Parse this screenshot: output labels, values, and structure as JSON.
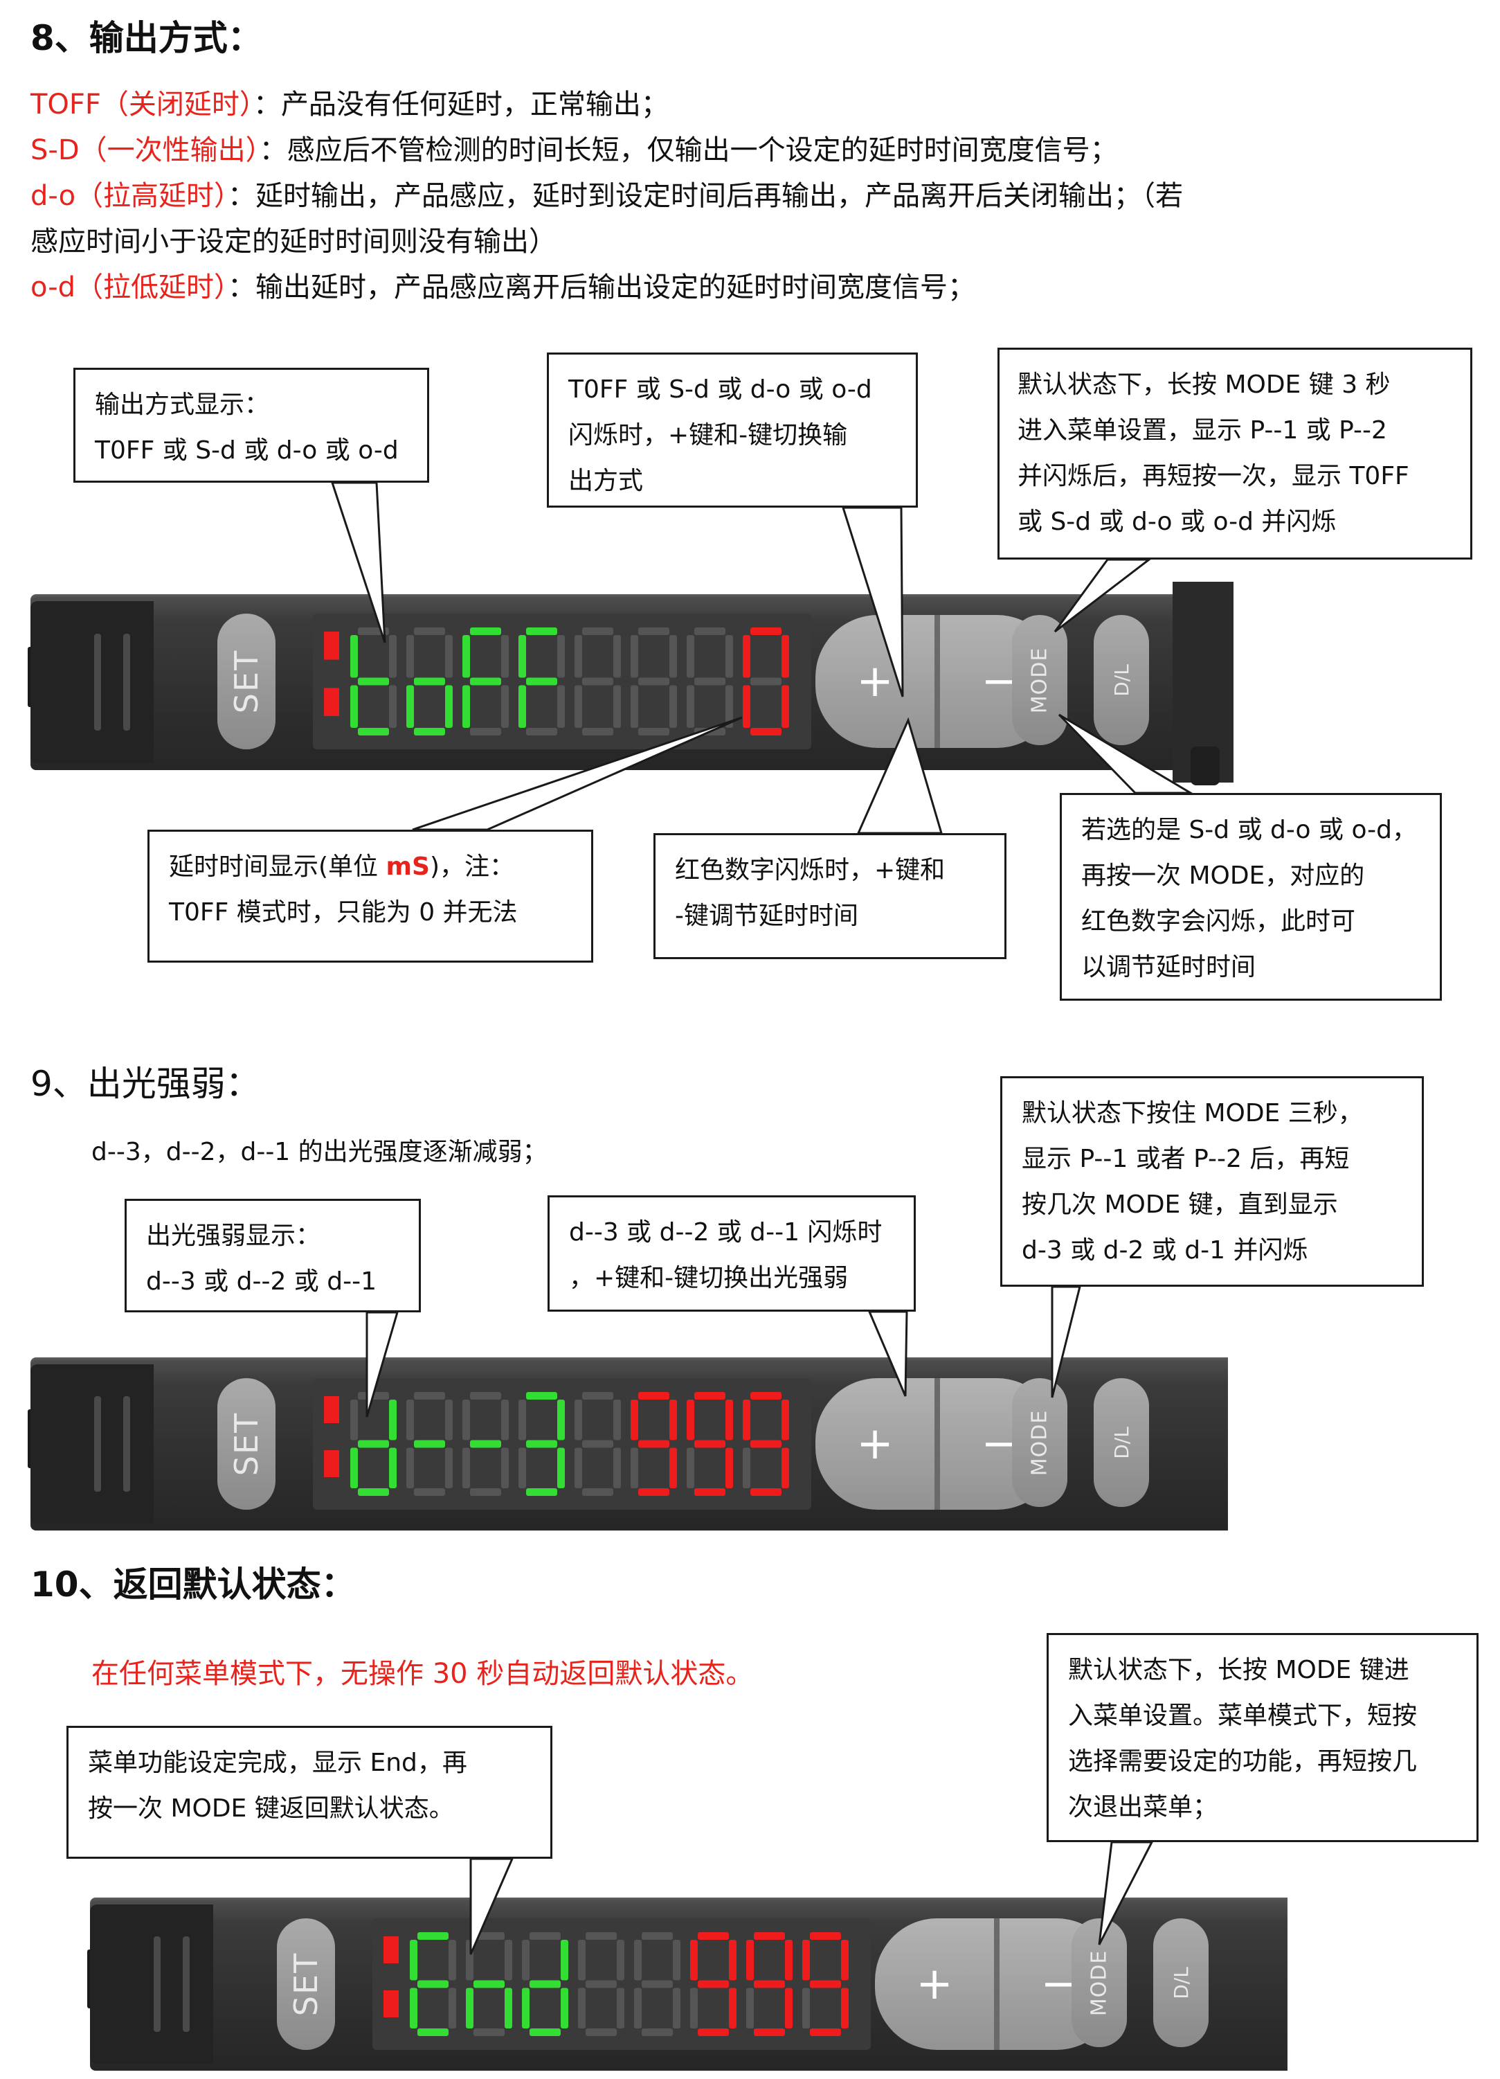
{
  "sections": {
    "s8": {
      "heading": "8、输出方式：",
      "modes": [
        {
          "label": "TOFF（关闭延时）",
          "text": "：产品没有任何延时，正常输出；"
        },
        {
          "label": "S-D（一次性输出）",
          "text": "：感应后不管检测的时间长短，仅输出一个设定的延时时间宽度信号；"
        },
        {
          "label": "d-o（拉高延时）",
          "text": "：延时输出，产品感应，延时到设定时间后再输出，产品离开后关闭输出；（若"
        },
        {
          "label": "",
          "text": "感应时间小于设定的延时时间则没有输出）"
        },
        {
          "label": "o-d（拉低延时）",
          "text": "：输出延时，产品感应离开后输出设定的延时时间宽度信号；"
        }
      ],
      "callouts": {
        "display_mode": [
          "输出方式显示：",
          "T0FF 或 S-d 或 d-o 或 o-d"
        ],
        "switch_mode": [
          "T0FF 或 S-d 或 d-o 或 o-d",
          "闪烁时，+键和-键切换输",
          "出方式"
        ],
        "enter_menu": [
          "默认状态下，长按 MODE 键 3 秒",
          "进入菜单设置，显示 P--1 或 P--2",
          "并闪烁后，再短按一次，显示 T0FF",
          "或 S-d 或 d-o 或 o-d 并闪烁"
        ],
        "delay_display": {
          "line1_prefix": "延时时间显示(单位 ",
          "line1_unit": "mS",
          "line1_suffix": ")，注：",
          "line2": "T0FF 模式时，只能为 0 并无法"
        },
        "red_digits": [
          "红色数字闪烁时，+键和",
          "-键调节延时时间"
        ],
        "select_mode": [
          "若选的是 S-d 或 d-o 或 o-d，",
          "再按一次 MODE，对应的",
          "红色数字会闪烁，此时可",
          "以调节延时时间"
        ]
      }
    },
    "s9": {
      "heading": "9、出光强弱：",
      "description": "d--3，d--2，d--1 的出光强度逐渐减弱；",
      "callouts": {
        "display_strength": [
          "出光强弱显示：",
          "d--3 或 d--2 或 d--1"
        ],
        "switch_strength": [
          "d--3 或 d--2 或 d--1 闪烁时",
          "，+键和-键切换出光强弱"
        ],
        "enter_menu": [
          "默认状态下按住 MODE 三秒，",
          "显示 P--1 或者 P--2 后，再短",
          "按几次 MODE 键，直到显示",
          "d-3 或 d-2 或 d-1 并闪烁"
        ]
      }
    },
    "s10": {
      "heading": "10、返回默认状态：",
      "notice": "在任何菜单模式下，无操作 30 秒自动返回默认状态。",
      "callouts": {
        "end": [
          "菜单功能设定完成，显示 End，再",
          "按一次 MODE 键返回默认状态。"
        ],
        "menu_exit": [
          "默认状态下，长按 MODE 键进",
          "入菜单设置。菜单模式下，短按",
          "选择需要设定的功能，再短按几",
          "次退出菜单；"
        ]
      }
    }
  },
  "devices": [
    {
      "green_readout": "ToFF",
      "red_readout": "0"
    },
    {
      "green_readout": "d--3",
      "red_readout": "999"
    },
    {
      "green_readout": "End",
      "red_readout": "999"
    }
  ],
  "device_buttons": {
    "set": "SET",
    "plus": "+",
    "minus": "−",
    "mode": "MODE",
    "dl": "D/L"
  },
  "colors": {
    "accent_red": "#e8231c",
    "seg_green": "#33dd33",
    "seg_red": "#ee1c1c",
    "seg_dim": "#555555"
  }
}
